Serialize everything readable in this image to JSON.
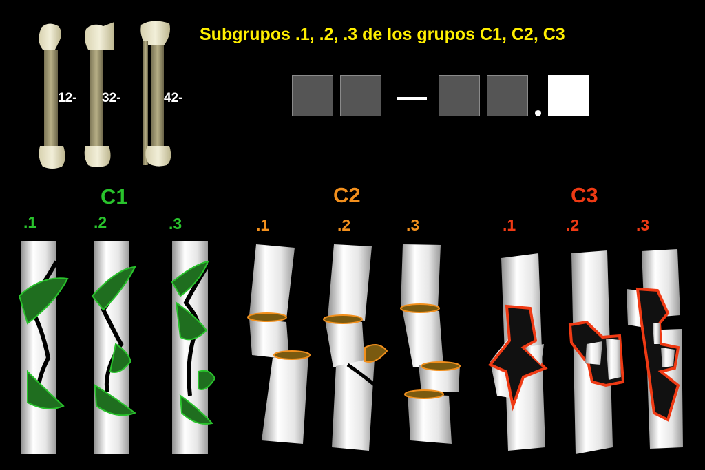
{
  "title": "Subgrupos .1, .2, .3 de los grupos C1, C2, C3",
  "bones": [
    {
      "label": "12-"
    },
    {
      "label": "32-"
    },
    {
      "label": "42-"
    }
  ],
  "code_boxes": {
    "separator": "—",
    "decimal_point": "."
  },
  "groups": [
    {
      "title": "C1",
      "color": "#29c32c",
      "subgroups": [
        ".1",
        ".2",
        ".3"
      ]
    },
    {
      "title": "C2",
      "color": "#f3901d",
      "subgroups": [
        ".1",
        ".2",
        ".3"
      ]
    },
    {
      "title": "C3",
      "color": "#ef3a14",
      "subgroups": [
        ".1",
        ".2",
        ".3"
      ]
    }
  ],
  "colors": {
    "title": "#ffef00",
    "fragment_green": "#1f6e1f",
    "fragment_orange": "#7a5a10",
    "fragment_red": "#7a1508"
  }
}
